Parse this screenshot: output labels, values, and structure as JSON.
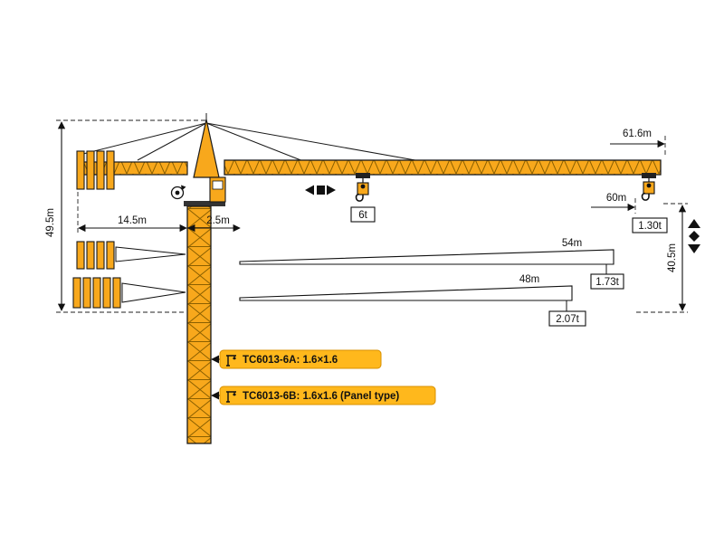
{
  "dims": {
    "total_height": "49.5m",
    "counter_jib_radius": "14.5m",
    "rear_offset": "2.5m",
    "max_jib": "61.6m",
    "jib_60": "60m",
    "under_hook": "40.5m",
    "jib_54": "54m",
    "jib_48": "48m"
  },
  "caps": {
    "max_load": "6t",
    "tip_60": "1.30t",
    "tip_54": "1.73t",
    "tip_48": "2.07t"
  },
  "models": {
    "a": "TC6013-6A: 1.6×1.6",
    "b": "TC6013-6B: 1.6x1.6 (Panel type)"
  },
  "colors": {
    "crane_yellow": "#F8A81C",
    "label_yellow": "#FFB81C",
    "outline": "#1a1a1a"
  }
}
